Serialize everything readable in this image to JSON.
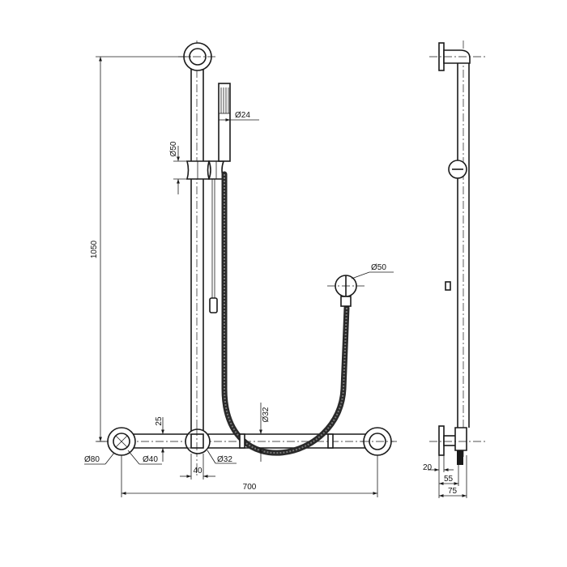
{
  "dimensions": {
    "height_1050": "1050",
    "width_700": "700",
    "rose_dia": "Ø50",
    "wall_outlet_dia": "Ø50",
    "handpiece_dia": "Ø24",
    "bracket_dia": "Ø32",
    "rail_dia": "Ø32",
    "flange_dia": "Ø80",
    "bracket_40_dia": "Ø40",
    "gap_25": "25",
    "bar_40": "40",
    "side_20": "20",
    "side_55": "55",
    "side_75": "75"
  },
  "colors": {
    "line": "#1a1a1a",
    "hose": "#2a2a2a",
    "background": "#ffffff"
  }
}
